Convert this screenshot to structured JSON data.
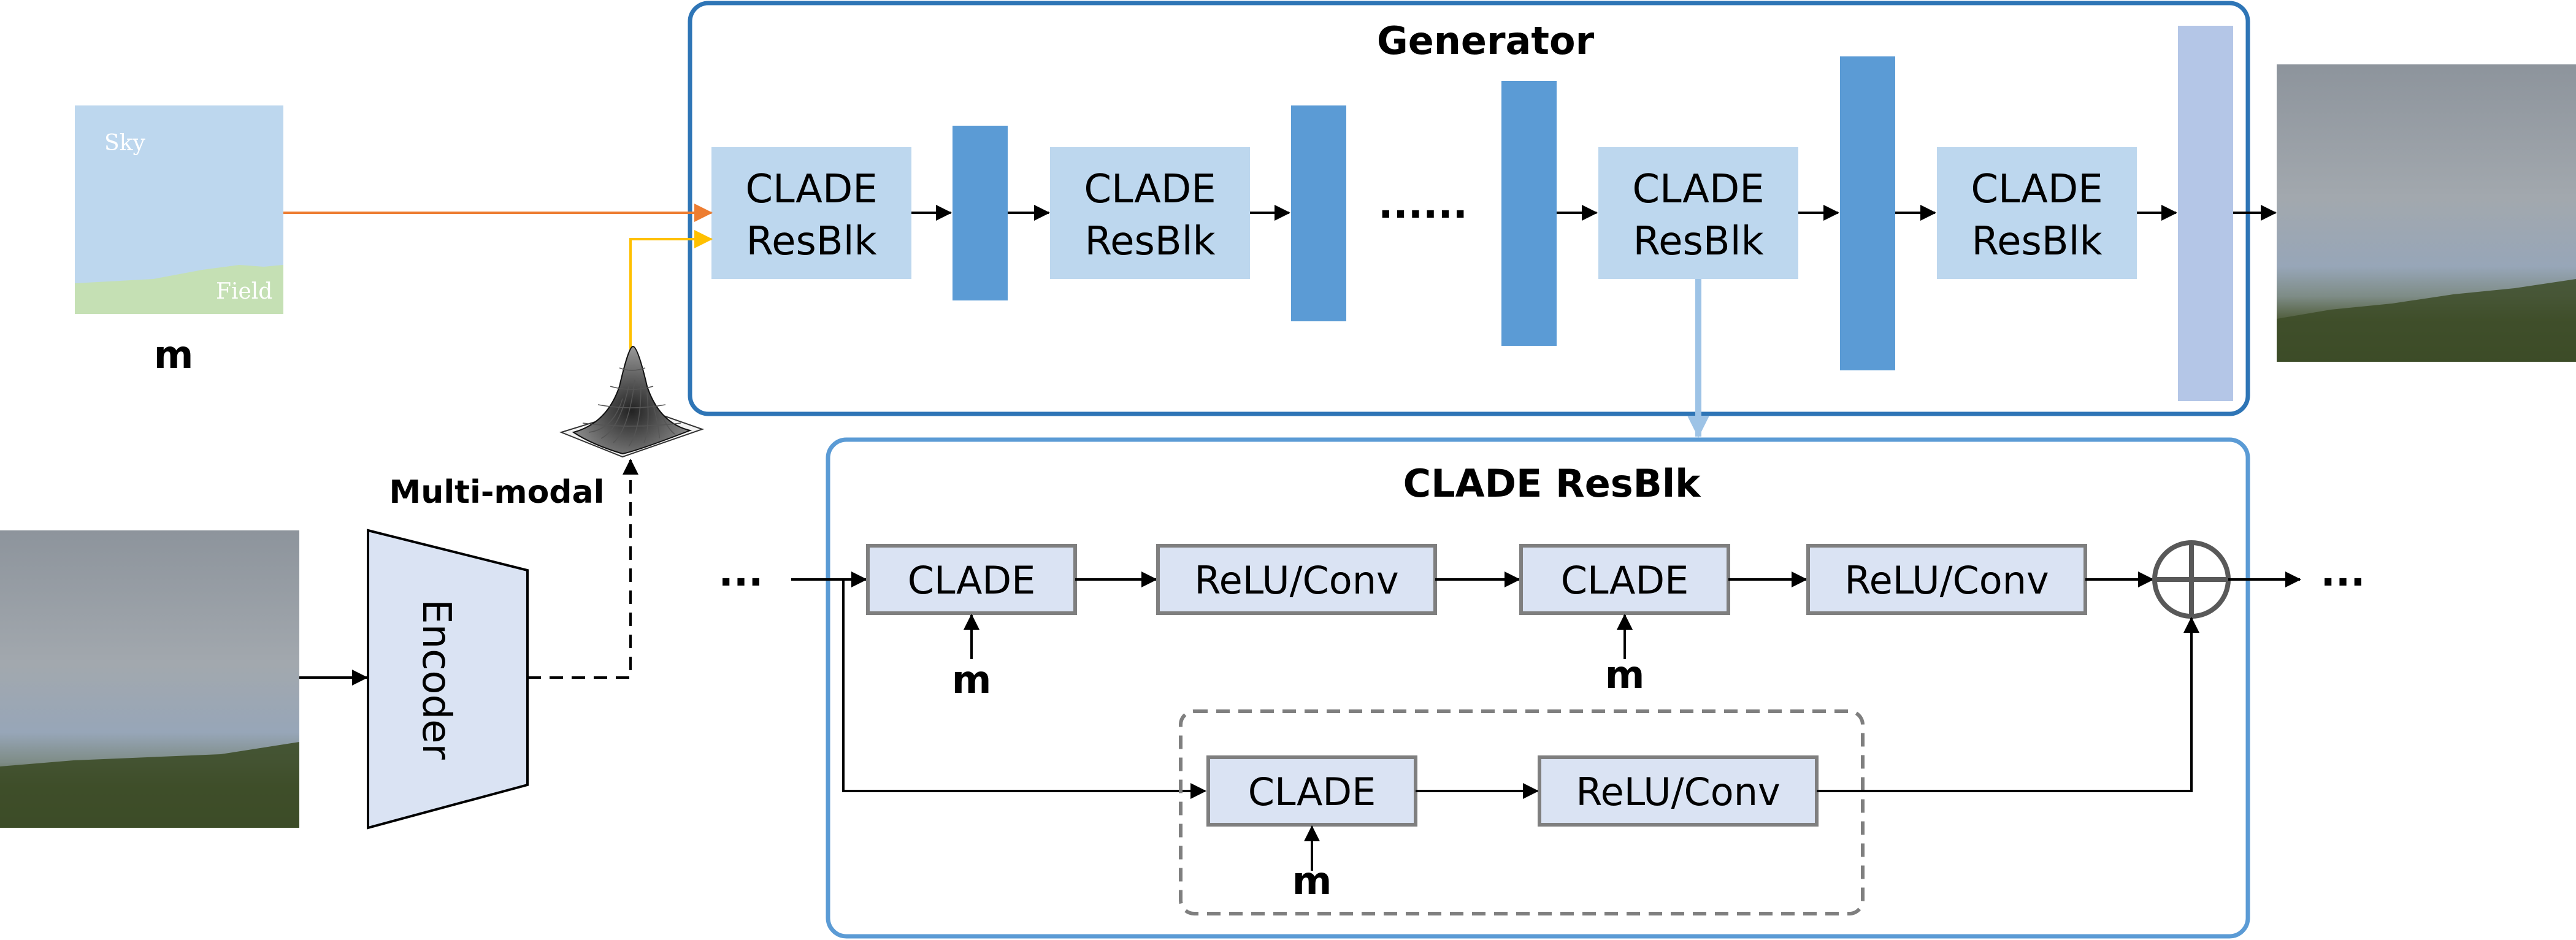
{
  "generator": {
    "title": "Generator",
    "blocks": [
      {
        "line1": "CLADE",
        "line2": "ResBlk"
      },
      {
        "line1": "CLADE",
        "line2": "ResBlk"
      },
      {
        "line1": "CLADE",
        "line2": "ResBlk"
      },
      {
        "line1": "CLADE",
        "line2": "ResBlk"
      }
    ],
    "ellipsis": "......"
  },
  "input_map": {
    "sky_label": "Sky",
    "field_label": "Field",
    "caption": "m"
  },
  "multimodal_label": "Multi-modal",
  "encoder_label": "Encoder",
  "resblk": {
    "title": "CLADE ResBlk",
    "nodes": {
      "clade1": "CLADE",
      "relu1": "ReLU/Conv",
      "clade2": "CLADE",
      "relu2": "ReLU/Conv",
      "clade3": "CLADE",
      "relu3": "ReLU/Conv"
    },
    "m_labels": [
      "m",
      "m",
      "m"
    ],
    "ellipsis_left": "...",
    "ellipsis_right": "..."
  },
  "colors": {
    "frame_blue": "#2e75b6",
    "frame_blue_light": "#5b9bd5",
    "block_fill": "#bdd7ee",
    "bar_blue": "#5b9bd5",
    "bar_final": "#b4c6e7",
    "node_fill": "#dae3f3",
    "orange_arrow": "#ed7d31",
    "yellow_arrow": "#ffc000"
  }
}
